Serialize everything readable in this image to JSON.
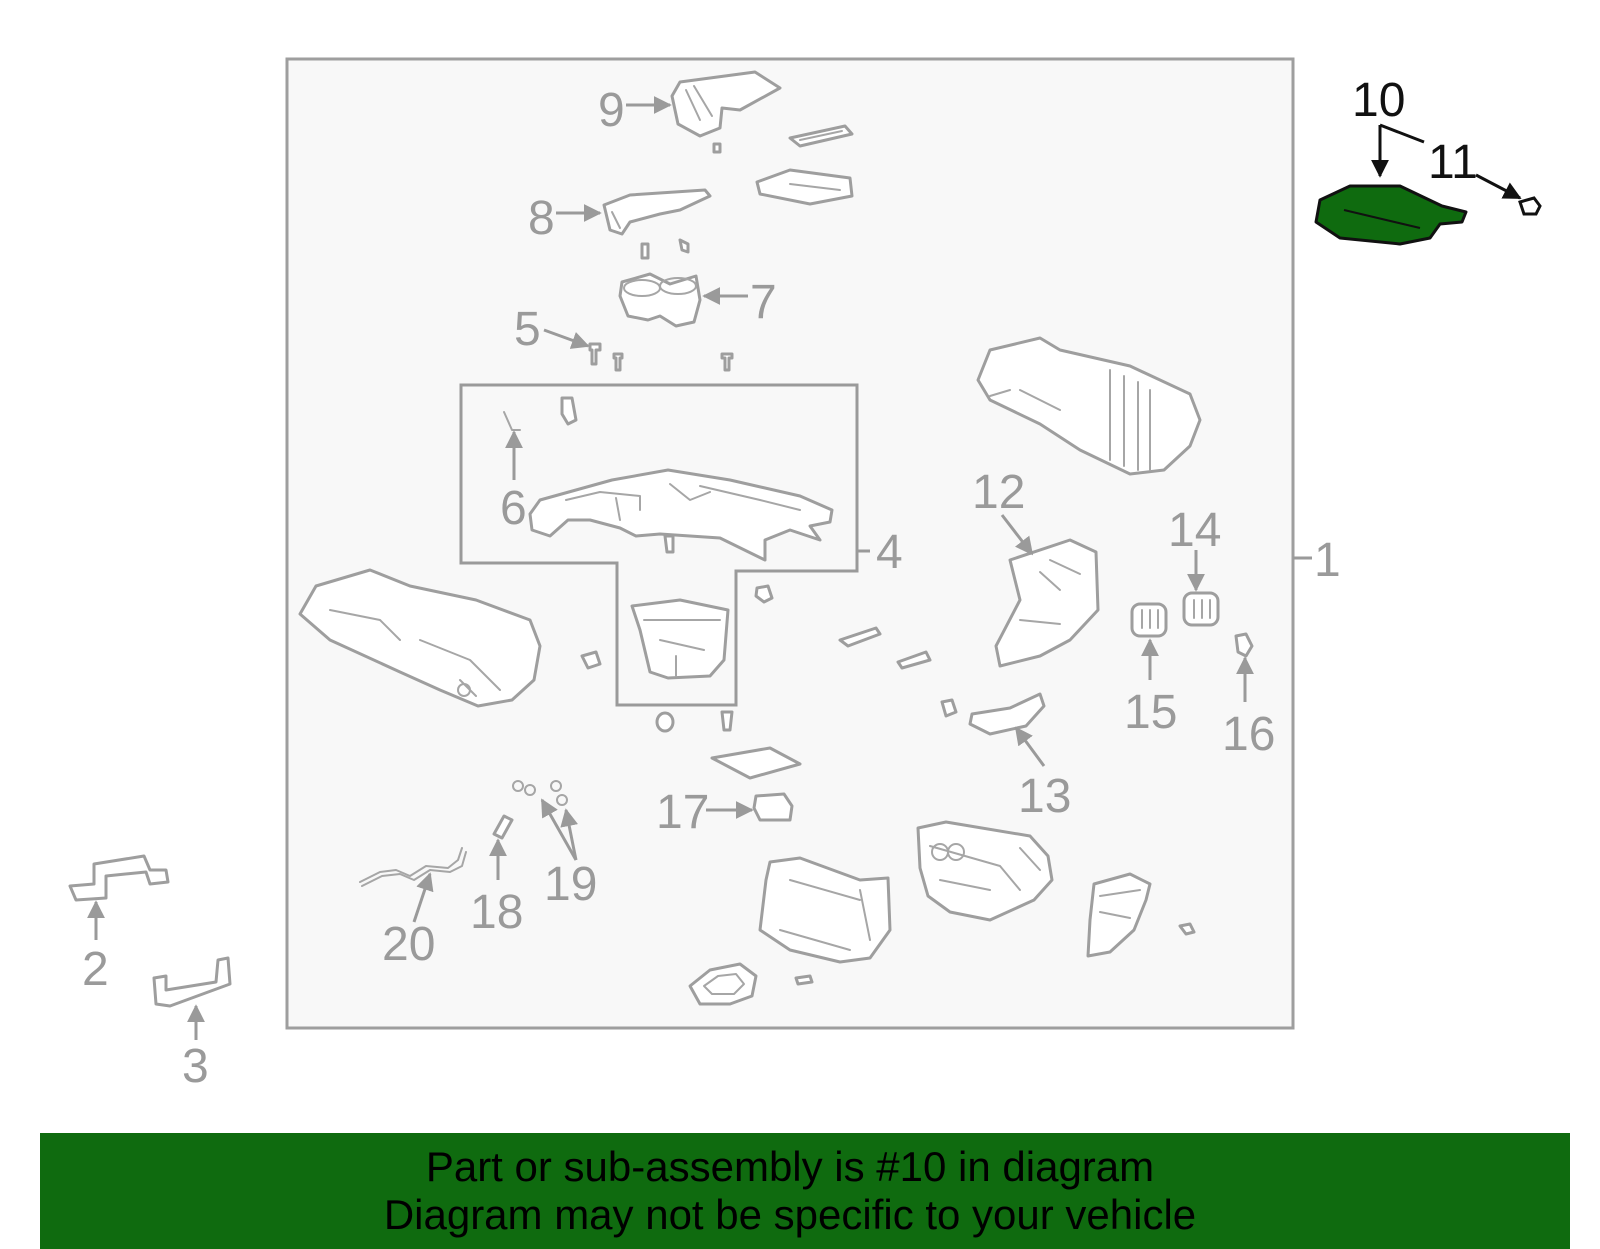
{
  "diagram": {
    "highlight_color": "#0f6b0f",
    "line_color": "#9e9e9e",
    "callouts": {
      "c1": "1",
      "c2": "2",
      "c3": "3",
      "c4": "4",
      "c5": "5",
      "c6": "6",
      "c7": "7",
      "c8": "8",
      "c9": "9",
      "c10": "10",
      "c11": "11",
      "c12": "12",
      "c13": "13",
      "c14": "14",
      "c15": "15",
      "c16": "16",
      "c17": "17",
      "c18": "18",
      "c19": "19",
      "c20": "20"
    }
  },
  "banner": {
    "line1": "Part or sub-assembly is #10 in diagram",
    "line2": "Diagram may not be specific to your vehicle",
    "background": "#0f6b0f"
  }
}
